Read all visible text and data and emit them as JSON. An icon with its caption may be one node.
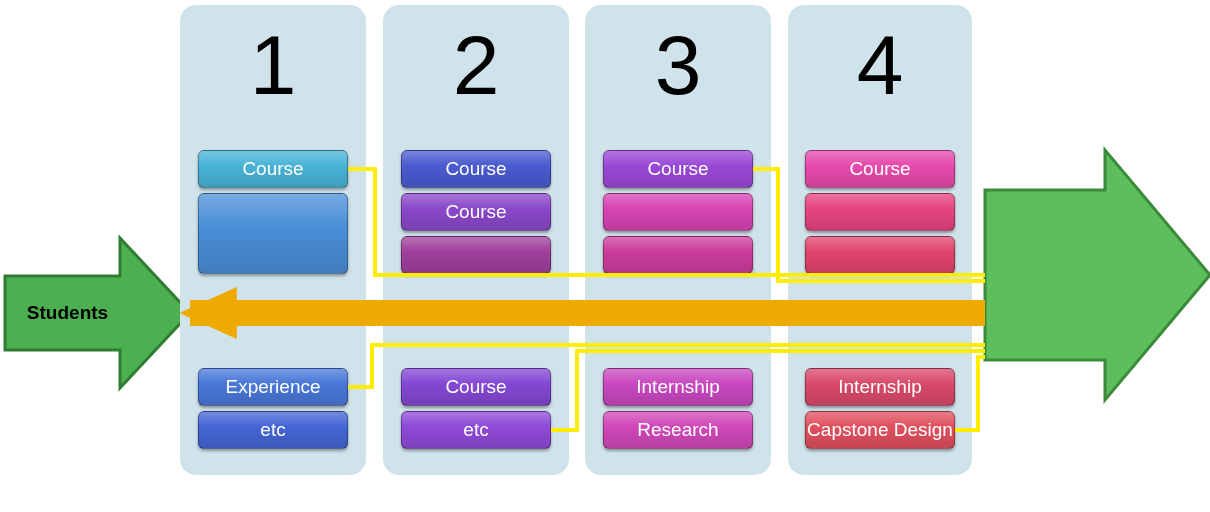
{
  "diagram": {
    "nodes": [
      {
        "text": [
          "Students"
        ]
      },
      {
        "text": [
          "1"
        ]
      },
      {
        "text": [
          "Course"
        ],
        "in": 1
      },
      {
        "text": [],
        "shape": "box",
        "in": 1
      },
      {
        "text": [
          "Experience"
        ],
        "in": 1
      },
      {
        "text": [
          "etc"
        ],
        "in": 1
      },
      {
        "text": [
          "2"
        ]
      },
      {
        "text": [
          "Course"
        ],
        "in": 6
      },
      {
        "text": [
          "Course"
        ],
        "in": 6
      },
      {
        "text": [],
        "shape": "box",
        "in": 6
      },
      {
        "text": [
          "Course"
        ],
        "in": 6
      },
      {
        "text": [
          "etc"
        ],
        "in": 6
      },
      {
        "text": [
          "3"
        ]
      },
      {
        "text": [
          "Course"
        ],
        "in": 12
      },
      {
        "text": [],
        "shape": "box",
        "in": 12
      },
      {
        "text": [],
        "shape": "box",
        "in": 12
      },
      {
        "text": [
          "Internship"
        ],
        "in": 12
      },
      {
        "text": [
          "Research"
        ],
        "in": 12
      },
      {
        "text": [
          "4"
        ]
      },
      {
        "text": [
          "Course"
        ],
        "in": 18
      },
      {
        "text": [],
        "shape": "box",
        "in": 18
      },
      {
        "text": [],
        "shape": "box",
        "in": 18
      },
      {
        "text": [
          "Internship"
        ],
        "in": 18
      },
      {
        "text": [
          "Capstone Design"
        ],
        "in": 18
      },
      {
        "text": [],
        "shape": "arrow"
      }
    ],
    "edges": [
      {
        "from": 2,
        "to": 24,
        "arrow": "none"
      },
      {
        "from": 13,
        "to": 24,
        "arrow": "none"
      },
      {
        "from": 4,
        "to": 24,
        "arrow": "none"
      },
      {
        "from": 11,
        "to": 24,
        "arrow": "none"
      },
      {
        "from": 23,
        "to": 24,
        "arrow": "none"
      },
      {
        "from": 24,
        "to": 0,
        "arrow": "to",
        "style": "thick",
        "color": "#eeaa00"
      }
    ]
  }
}
